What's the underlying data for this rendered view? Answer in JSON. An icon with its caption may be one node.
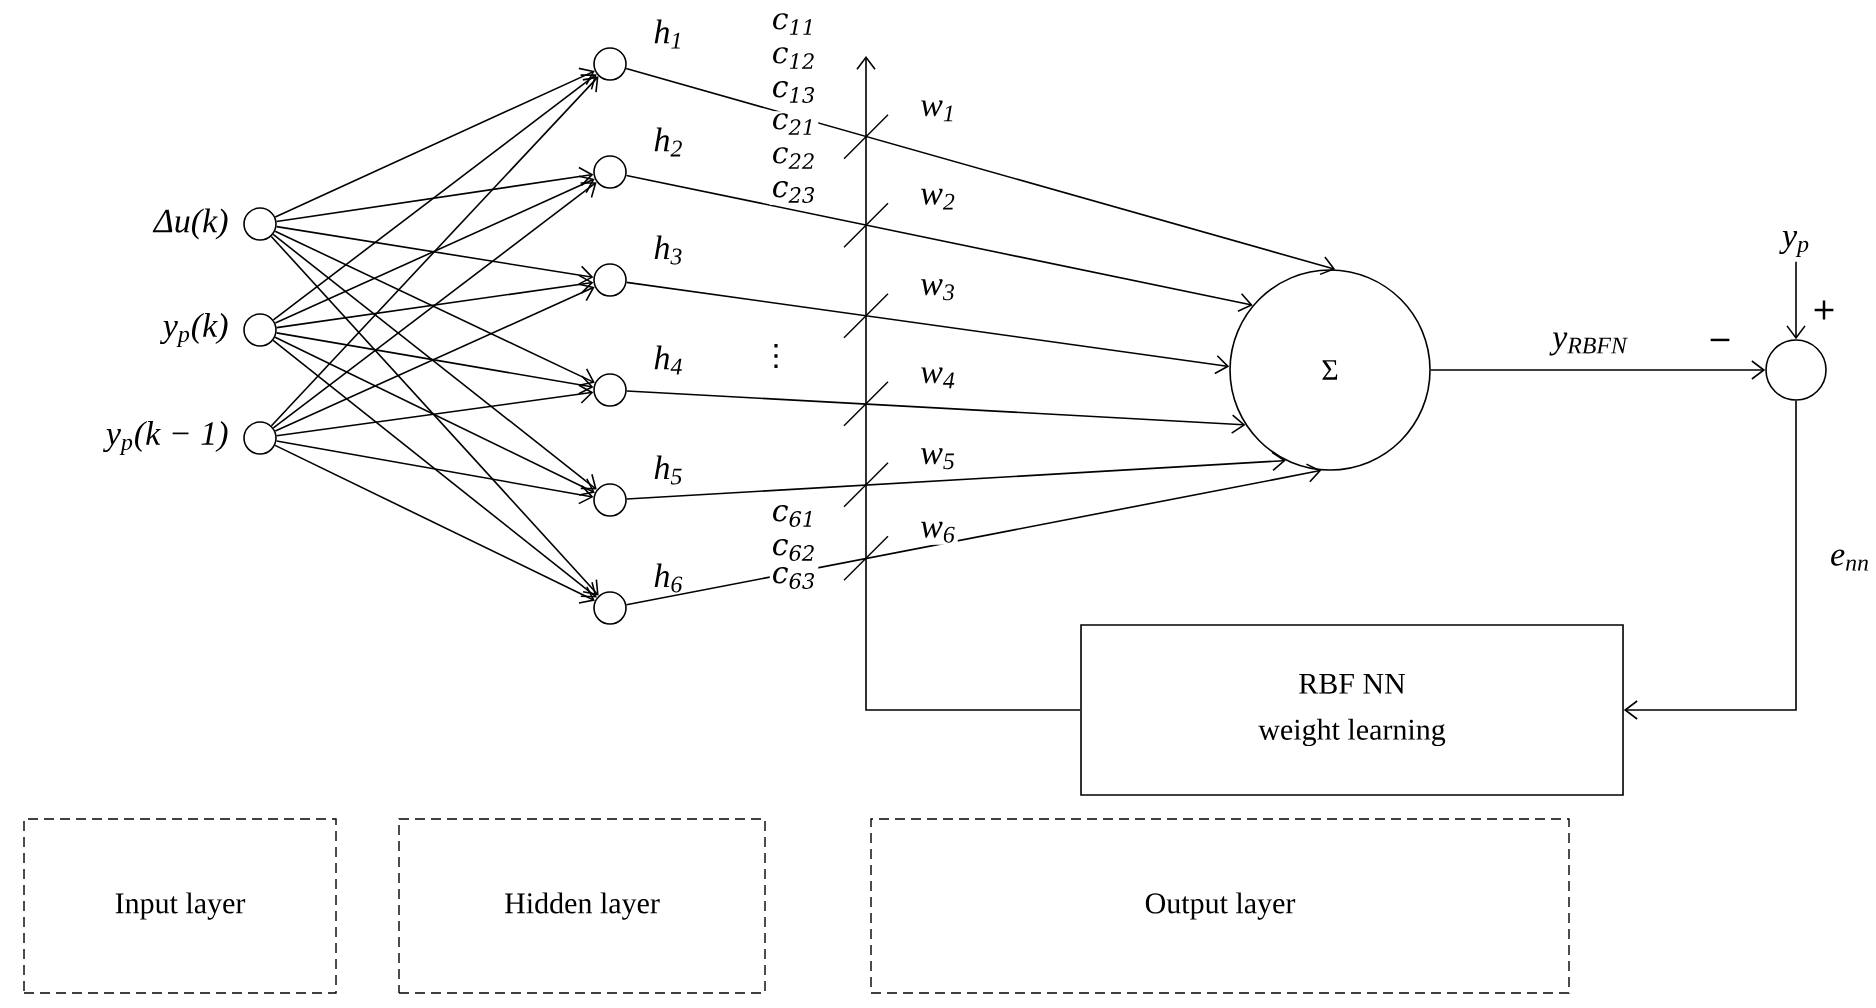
{
  "diagram": {
    "nodes": [
      {
        "text": [],
        "shape": "circle",
        "beside": [
          "Δu(k)"
        ]
      },
      {
        "text": [],
        "shape": "circle",
        "beside": [
          "y$_{p}$(k)"
        ]
      },
      {
        "text": [],
        "shape": "circle",
        "beside": [
          "y$_{p}$(k − 1)"
        ]
      },
      {
        "text": [],
        "shape": "circle",
        "beside": [
          "h$_{1}$"
        ]
      },
      {
        "text": [],
        "shape": "circle",
        "beside": [
          "h$_{2}$"
        ]
      },
      {
        "text": [],
        "shape": "circle",
        "beside": [
          "h$_{3}$"
        ]
      },
      {
        "text": [],
        "shape": "circle",
        "beside": [
          "h$_{4}$"
        ]
      },
      {
        "text": [],
        "shape": "circle",
        "beside": [
          "h$_{5}$"
        ]
      },
      {
        "text": [],
        "shape": "circle",
        "beside": [
          "h$_{6}$"
        ]
      },
      {
        "text": [
          "Σ"
        ]
      },
      {
        "text": [
          "y$_{p}$"
        ]
      },
      {
        "text": [],
        "shape": "circle"
      },
      {
        "text": [
          "RBF NN",
          "weight learning"
        ]
      },
      {
        "text": [
          "Input layer"
        ]
      },
      {
        "text": [
          "Hidden layer"
        ]
      },
      {
        "text": [
          "Output layer"
        ]
      }
    ],
    "edges": [
      {
        "from": 0,
        "to": 3,
        "arrow": "to"
      },
      {
        "from": 0,
        "to": 4,
        "arrow": "to"
      },
      {
        "from": 0,
        "to": 5,
        "arrow": "to"
      },
      {
        "from": 0,
        "to": 6,
        "arrow": "to"
      },
      {
        "from": 0,
        "to": 7,
        "arrow": "to"
      },
      {
        "from": 0,
        "to": 8,
        "arrow": "to"
      },
      {
        "from": 1,
        "to": 3,
        "arrow": "to"
      },
      {
        "from": 1,
        "to": 4,
        "arrow": "to"
      },
      {
        "from": 1,
        "to": 5,
        "arrow": "to"
      },
      {
        "from": 1,
        "to": 6,
        "arrow": "to"
      },
      {
        "from": 1,
        "to": 7,
        "arrow": "to"
      },
      {
        "from": 1,
        "to": 8,
        "arrow": "to"
      },
      {
        "from": 2,
        "to": 3,
        "arrow": "to"
      },
      {
        "from": 2,
        "to": 4,
        "arrow": "to"
      },
      {
        "from": 2,
        "to": 5,
        "arrow": "to"
      },
      {
        "from": 2,
        "to": 6,
        "arrow": "to"
      },
      {
        "from": 2,
        "to": 7,
        "arrow": "to"
      },
      {
        "from": 2,
        "to": 8,
        "arrow": "to"
      },
      {
        "from": 3,
        "to": 9,
        "arrow": "to",
        "label": "w$_{1}$"
      },
      {
        "from": 4,
        "to": 9,
        "arrow": "to",
        "label": "w$_{2}$"
      },
      {
        "from": 5,
        "to": 9,
        "arrow": "to",
        "label": "w$_{3}$"
      },
      {
        "from": 6,
        "to": 9,
        "arrow": "to",
        "label": "w$_{4}$"
      },
      {
        "from": 7,
        "to": 9,
        "arrow": "to",
        "label": "w$_{5}$"
      },
      {
        "from": 8,
        "to": 9,
        "arrow": "to",
        "label": "w$_{6}$"
      },
      {
        "from": 9,
        "to": 11,
        "arrow": "to",
        "label": "y$_{RBFN}$"
      },
      {
        "from": 10,
        "to": 11,
        "arrow": "to"
      },
      {
        "from": 11,
        "to": 12,
        "arrow": "to",
        "label": "e$_{nn}$"
      },
      {
        "from": 12,
        "to": null,
        "arrow": "to"
      }
    ],
    "labels": [
      "c$_{11}$",
      "c$_{12}$",
      "c$_{13}$",
      "c$_{21}$",
      "c$_{22}$",
      "c$_{23}$",
      "⋮",
      "c$_{61}$",
      "c$_{62}$",
      "c$_{63}$",
      "+",
      "−"
    ]
  }
}
